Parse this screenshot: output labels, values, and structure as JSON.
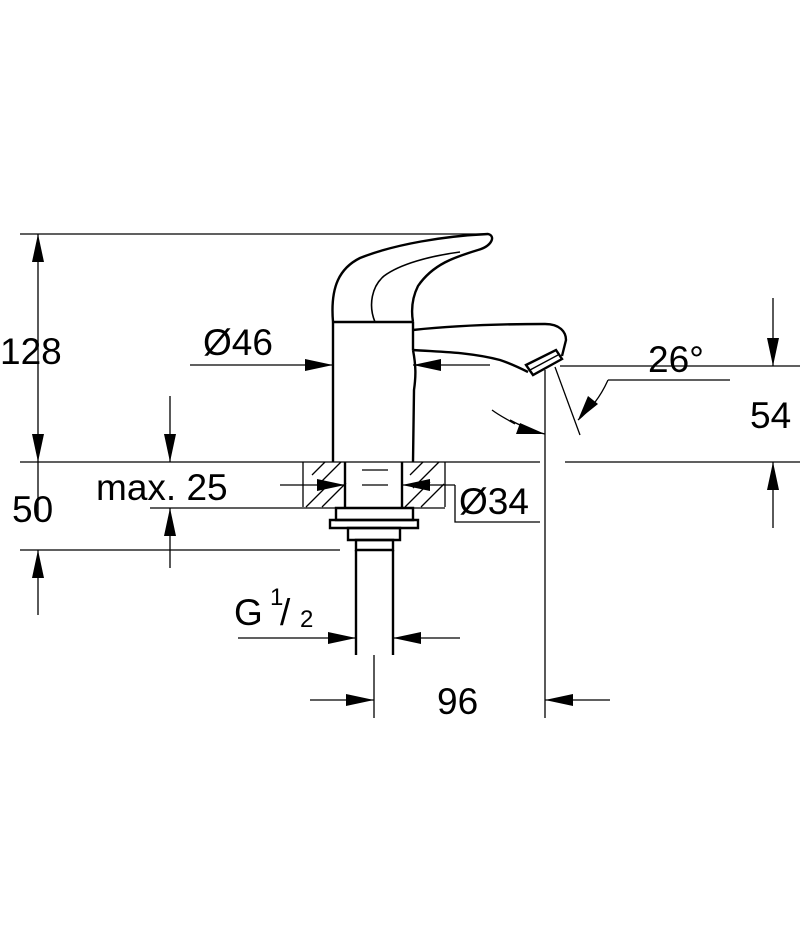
{
  "dimensions": {
    "height_total": "128",
    "body_diameter": "Ø46",
    "angle": "26°",
    "spout_height": "54",
    "max_thickness": "max. 25",
    "shank_diameter": "Ø34",
    "shank_length": "50",
    "thread_g": "G",
    "thread_num": "1",
    "thread_den": "2",
    "projection": "96"
  }
}
